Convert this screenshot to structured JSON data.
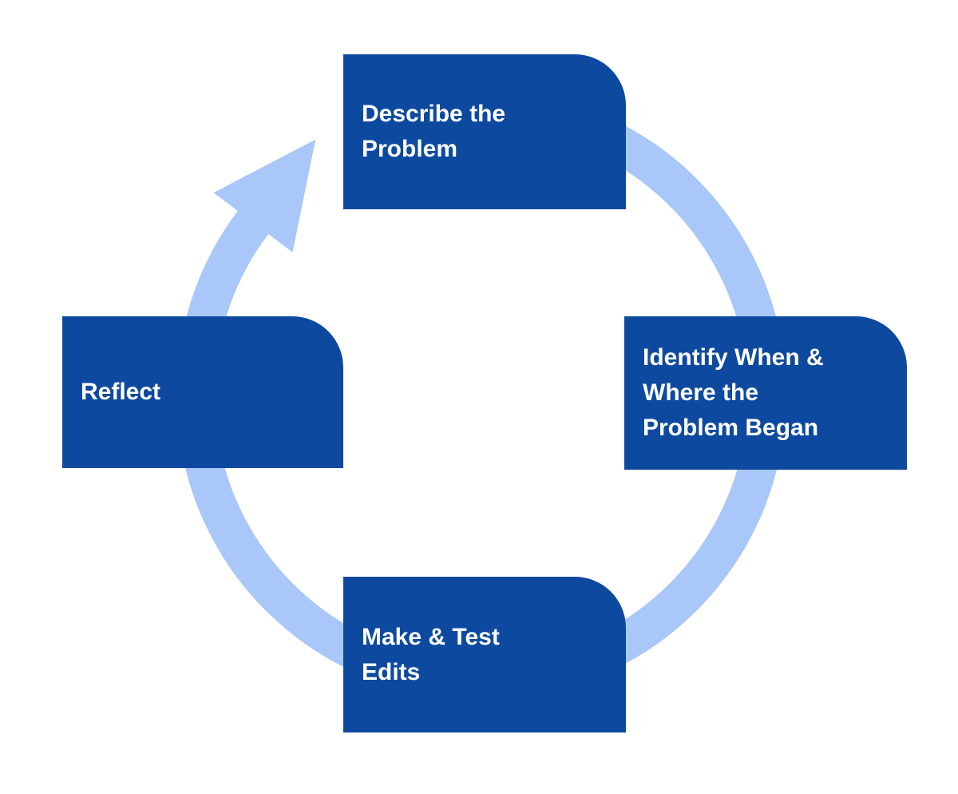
{
  "diagram": {
    "type": "cycle",
    "direction": "clockwise",
    "colors": {
      "box": "#0d4a9f",
      "ring": "#a9c7f8",
      "text": "#ffffff",
      "background": "#ffffff"
    },
    "steps": [
      {
        "id": "describe-the-problem",
        "position": "top",
        "label": "Describe the Problem",
        "lines": [
          "Describe the",
          "Problem"
        ]
      },
      {
        "id": "identify-when-where",
        "position": "right",
        "label": "Identify When & Where the Problem Began",
        "lines": [
          "Identify When &",
          "Where the",
          "Problem Began"
        ]
      },
      {
        "id": "make-test-edits",
        "position": "bottom",
        "label": "Make & Test Edits",
        "lines": [
          "Make & Test",
          "Edits"
        ]
      },
      {
        "id": "reflect",
        "position": "left",
        "label": "Reflect",
        "lines": [
          "Reflect"
        ]
      }
    ]
  }
}
